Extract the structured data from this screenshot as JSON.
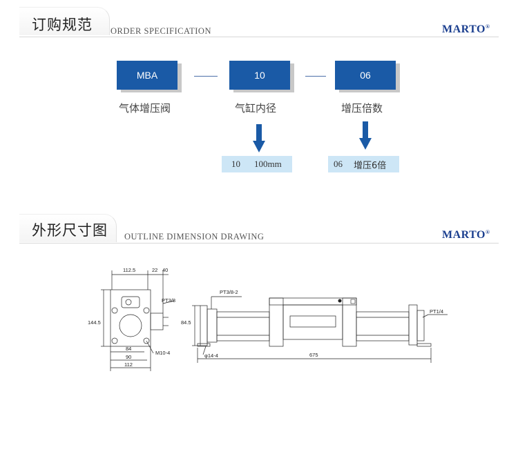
{
  "section1": {
    "title_cn": "订购规范",
    "title_en": "ORDER SPECIFICATION",
    "brand": "MARTO",
    "brand_mark": "®"
  },
  "order": {
    "codes": [
      {
        "code": "MBA",
        "caption": "气体增压阀"
      },
      {
        "code": "10",
        "caption": "气缸内径"
      },
      {
        "code": "06",
        "caption": "增压倍数"
      }
    ],
    "results": [
      {
        "code": "10",
        "desc": "100mm"
      },
      {
        "code": "06",
        "desc": "增压6倍"
      }
    ],
    "colors": {
      "box": "#1a5aa6",
      "arrow": "#1a5aa6",
      "result_bg": "#cde6f6"
    }
  },
  "section2": {
    "title_cn": "外形尺寸图",
    "title_en": "OUTLINE DIMENSION DRAWING",
    "brand": "MARTO",
    "brand_mark": "®"
  },
  "drawing": {
    "dims": {
      "d112_5": "112.5",
      "d22": "22",
      "d40": "40",
      "d144_5": "144.5",
      "d84": "84",
      "d90": "90",
      "d112": "112",
      "pt3_8": "PT3/8",
      "m10_4": "M10-4",
      "pt3_8_2": "PT3/8-2",
      "d84_5": "84.5",
      "phi14_4": "φ14-4",
      "d675": "675",
      "pt1_4": "PT1/4"
    }
  }
}
